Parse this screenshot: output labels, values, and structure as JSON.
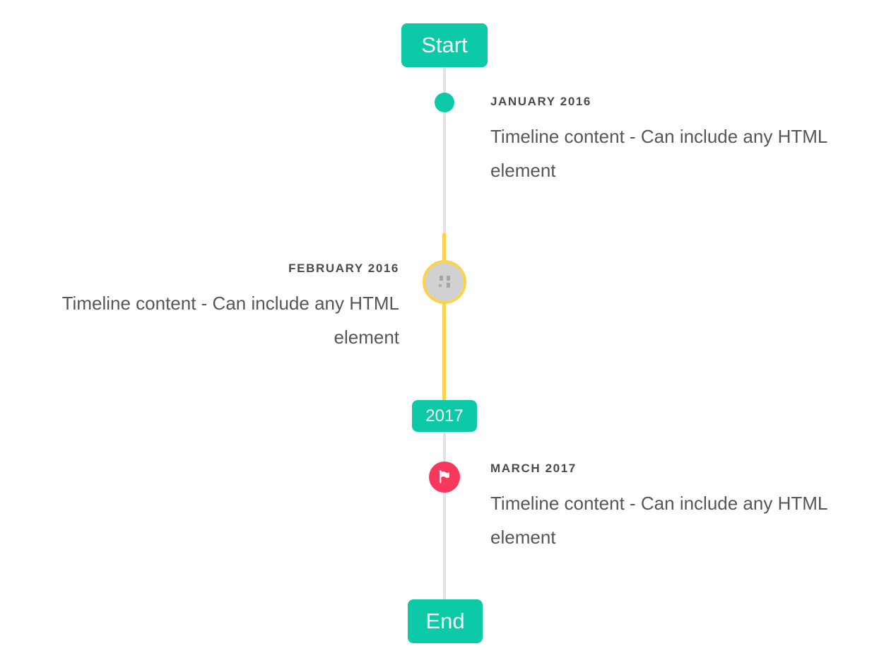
{
  "timeline": {
    "start_label": "Start",
    "year_badge": "2017",
    "end_label": "End",
    "events": [
      {
        "date": "JANUARY 2016",
        "content": "Timeline content - Can include any HTML element",
        "side": "right",
        "marker": "teal-dot"
      },
      {
        "date": "FEBRUARY 2016",
        "content": "Timeline content - Can include any HTML element",
        "side": "left",
        "marker": "broken-image-icon"
      },
      {
        "date": "MARCH 2017",
        "content": "Timeline content - Can include any HTML element",
        "side": "right",
        "marker": "flag-icon"
      }
    ],
    "colors": {
      "accent_teal": "#0cc9a7",
      "highlight_yellow": "#fcd24b",
      "flag_pink": "#f8375d",
      "line_gray": "#e2e2e2",
      "marker_gray": "#d1d1d1",
      "date_text": "#4a4a4a",
      "content_text": "#555658"
    }
  }
}
